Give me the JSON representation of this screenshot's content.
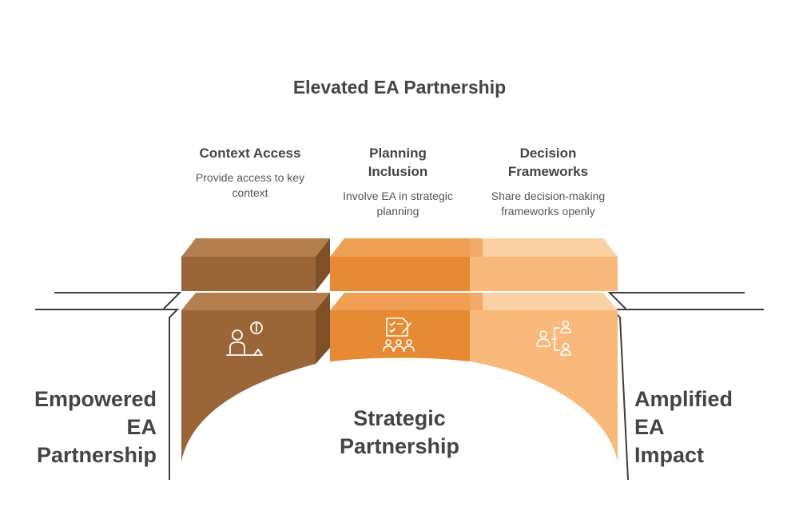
{
  "title": "Elevated EA Partnership",
  "columns": [
    {
      "title": "Context Access",
      "description": "Provide access to key\ncontext",
      "icon": "person-info-icon",
      "color": "#9a6537"
    },
    {
      "title": "Planning\nInclusion",
      "description": "Involve EA in strategic\nplanning",
      "icon": "team-planning-icon",
      "color": "#e68a33"
    },
    {
      "title": "Decision\nFrameworks",
      "description": "Share decision-making\nframeworks openly",
      "icon": "hierarchy-people-icon",
      "color": "#f8b97a"
    }
  ],
  "left_label": "Empowered\nEA\nPartnership",
  "center_label": "Strategic\nPartnership",
  "right_label": "Amplified\nEA\nImpact"
}
